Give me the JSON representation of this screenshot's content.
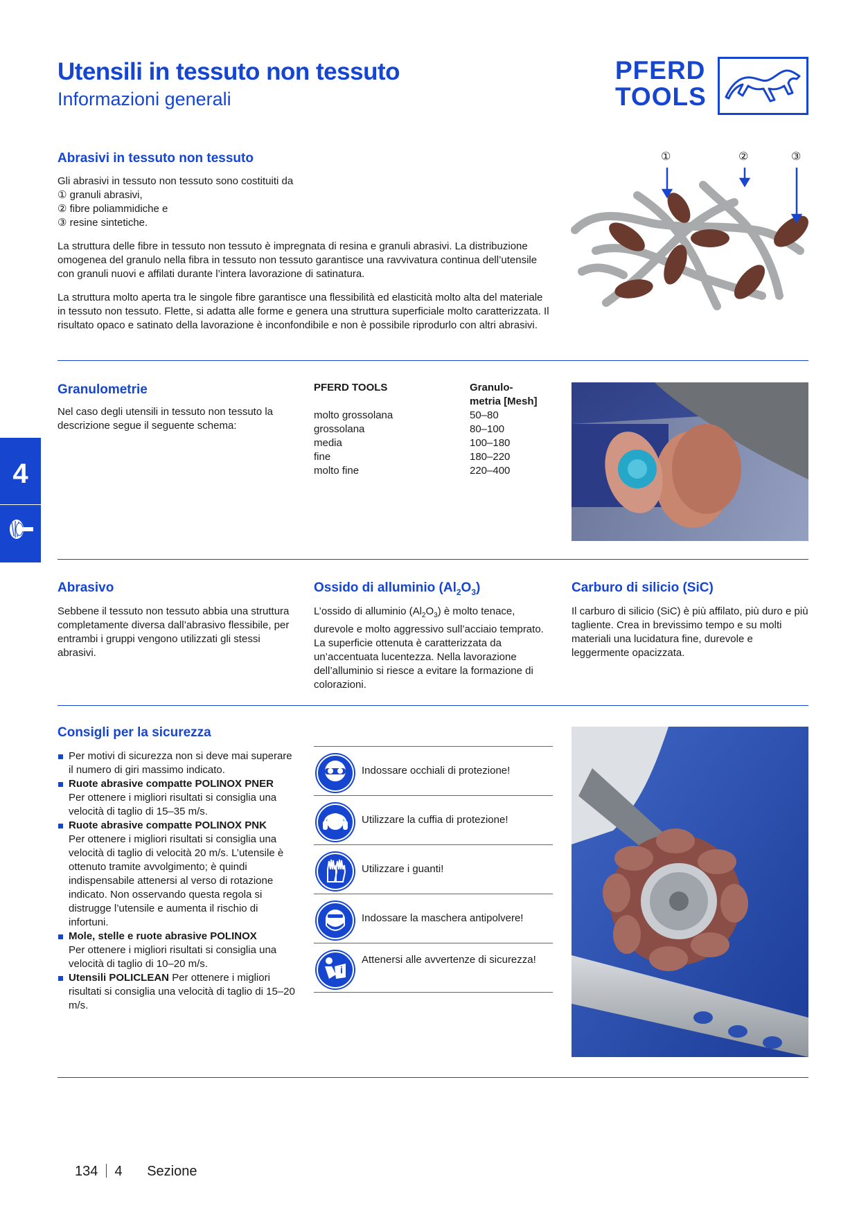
{
  "header": {
    "title": "Utensili in tessuto non tessuto",
    "subtitle": "Informazioni generali",
    "logo_text": [
      "PFERD",
      "TOOLS"
    ]
  },
  "side_tab": {
    "number": "4"
  },
  "section1": {
    "heading": "Abrasivi in tessuto non tessuto",
    "intro": [
      "Gli abrasivi in tessuto non tessuto sono costituiti da",
      "① granuli abrasivi,",
      "② fibre poliammidiche e",
      "③ resine sintetiche."
    ],
    "para2": "La struttura delle fibre in tessuto non tessuto è impregnata di resina e granuli abrasivi. La distribuzione omogenea del granulo nella fibra in tessuto non tessuto garantisce una ravvivatura continua dell’utensile con granuli nuovi e affilati durante l’intera lavorazione di satinatura.",
    "para3": "La struttura molto aperta tra le singole fibre garantisce una flessibilità ed elasticità molto alta del materiale in tessuto non tessuto. Flette, si adatta alle forme e genera una struttura superficiale molto caratterizzata. Il risultato opaco e satinato della lavorazione è inconfondibile e non è possibile riprodurlo con altri abrasivi.",
    "diagram_markers": [
      "①",
      "②",
      "③"
    ]
  },
  "section2": {
    "heading": "Granulometrie",
    "text": "Nel caso degli utensili in tessuto non tessuto la descrizione segue il seguente schema:",
    "table": {
      "col1": "PFERD TOOLS",
      "col2_line1": "Granulo-",
      "col2_line2": "metria [Mesh]",
      "rows": [
        {
          "name": "molto grossolana",
          "mesh": "50–80"
        },
        {
          "name": "grossolana",
          "mesh": "80–100"
        },
        {
          "name": "media",
          "mesh": "100–180"
        },
        {
          "name": "fine",
          "mesh": "180–220"
        },
        {
          "name": "molto fine",
          "mesh": "220–400"
        }
      ]
    }
  },
  "section3": {
    "abrasivo": {
      "heading": "Abrasivo",
      "text": "Sebbene il tessuto non tessuto abbia una struttura completamente diversa dall’abrasivo flessibile, per entrambi i gruppi vengono utilizzati gli stessi abrasivi."
    },
    "ossido": {
      "heading_pre": "Ossido di alluminio (Al",
      "sub1": "2",
      "heading_mid": "O",
      "sub2": "3",
      "heading_post": ")",
      "text_pre": "L’ossido di alluminio (Al",
      "text_mid": "O",
      "text_post": ") è molto tenace, durevole e molto aggressivo sull’acciaio temprato. La superficie ottenuta è caratterizzata da un’accentuata lucentezza. Nella lavorazione dell’alluminio si riesce a evitare la formazione di colorazioni."
    },
    "carburo": {
      "heading": "Carburo di silicio (SiC)",
      "text": "Il carburo di silicio (SiC) è più affilato, più duro e più tagliente. Crea in brevissimo tempo e su molti materiali una lucidatura fine, durevole e leggermente opacizzata."
    }
  },
  "section4": {
    "heading": "Consigli per la sicurezza",
    "bullets": [
      {
        "bold": "",
        "text": "Per motivi di sicurezza non si deve mai superare il numero di giri massimo indicato."
      },
      {
        "bold": "Ruote abrasive compatte POLINOX PNER",
        "text": "Per ottenere i migliori risultati si consiglia una velocità di taglio di 15–35 m/s."
      },
      {
        "bold": "Ruote abrasive compatte POLINOX PNK",
        "text": "Per ottenere i migliori risultati si consiglia una velocità di taglio di velocità 20 m/s. L’utensile è ottenuto tramite avvolgimento; è quindi indispensabile attenersi al verso di rotazione indicato. Non osservando questa regola si distrugge l’utensile e aumenta il rischio di infortuni."
      },
      {
        "bold": "Mole, stelle e ruote abrasive POLINOX",
        "text": "Per ottenere i migliori risultati si consiglia una velocità di taglio di 10–20 m/s."
      },
      {
        "bold": "Utensili POLICLEAN",
        "text": "Per ottenere i migliori risultati si consiglia una velocità di taglio di 15–20 m/s."
      }
    ],
    "safety": [
      {
        "icon": "goggles-icon",
        "text": "Indossare occhiali di protezione!"
      },
      {
        "icon": "ear-protection-icon",
        "text": "Utilizzare la cuffia di protezione!"
      },
      {
        "icon": "gloves-icon",
        "text": "Utilizzare i guanti!"
      },
      {
        "icon": "dust-mask-icon",
        "text": "Indossare la maschera antipolvere!"
      },
      {
        "icon": "read-instructions-icon",
        "text": "Attenersi alle avvertenze di sicurezza!"
      }
    ]
  },
  "footer": {
    "page": "134",
    "section_num": "4",
    "section_label": "Sezione"
  },
  "colors": {
    "brand_blue": "#1646cf",
    "side_tab": "#1646cf"
  }
}
